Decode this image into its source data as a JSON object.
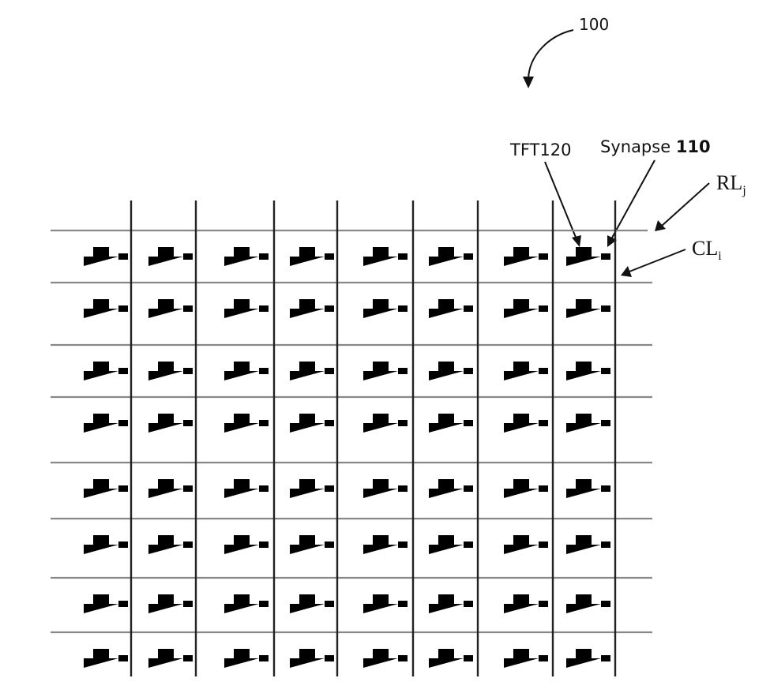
{
  "figure": {
    "ref_number": "100",
    "labels": {
      "tft": "TFT120",
      "synapse_text": "Synapse ",
      "synapse_num": "110",
      "row_line": "RL",
      "row_sub": "j",
      "col_line": "CL",
      "col_sub": "i"
    },
    "array": {
      "rows": 8,
      "columns": 8
    }
  }
}
